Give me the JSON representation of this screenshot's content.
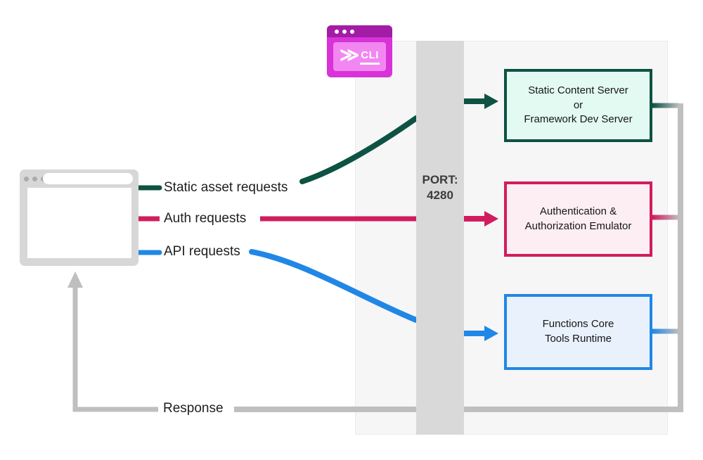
{
  "colors": {
    "green": "#0d5242",
    "pink": "#d11c5e",
    "blue": "#2187e6",
    "gray": "#bfbfbf",
    "panel_bg": "#f6f6f6",
    "port_bar_bg": "#d9d9d9",
    "box_static_bg": "#e3faf3",
    "box_auth_bg": "#fdeef4",
    "box_functions_bg": "#e9f2fc",
    "cli_titlebar": "#a21ca6",
    "cli_body": "#d832d8",
    "cli_inner": "#f287f2",
    "browser_frame": "#d7d7d7"
  },
  "labels": {
    "static_requests": "Static asset requests",
    "auth_requests": "Auth requests",
    "api_requests": "API requests",
    "response": "Response"
  },
  "port": {
    "line1": "PORT:",
    "line2": "4280"
  },
  "cli": {
    "chevron": "≫",
    "label": "CLI"
  },
  "boxes": {
    "static": {
      "lines": [
        "Static Content Server",
        "or",
        "Framework Dev Server"
      ]
    },
    "auth": {
      "lines": [
        "Authentication &",
        "Authorization Emulator"
      ]
    },
    "functions": {
      "lines": [
        "Functions Core",
        "Tools Runtime"
      ]
    }
  }
}
